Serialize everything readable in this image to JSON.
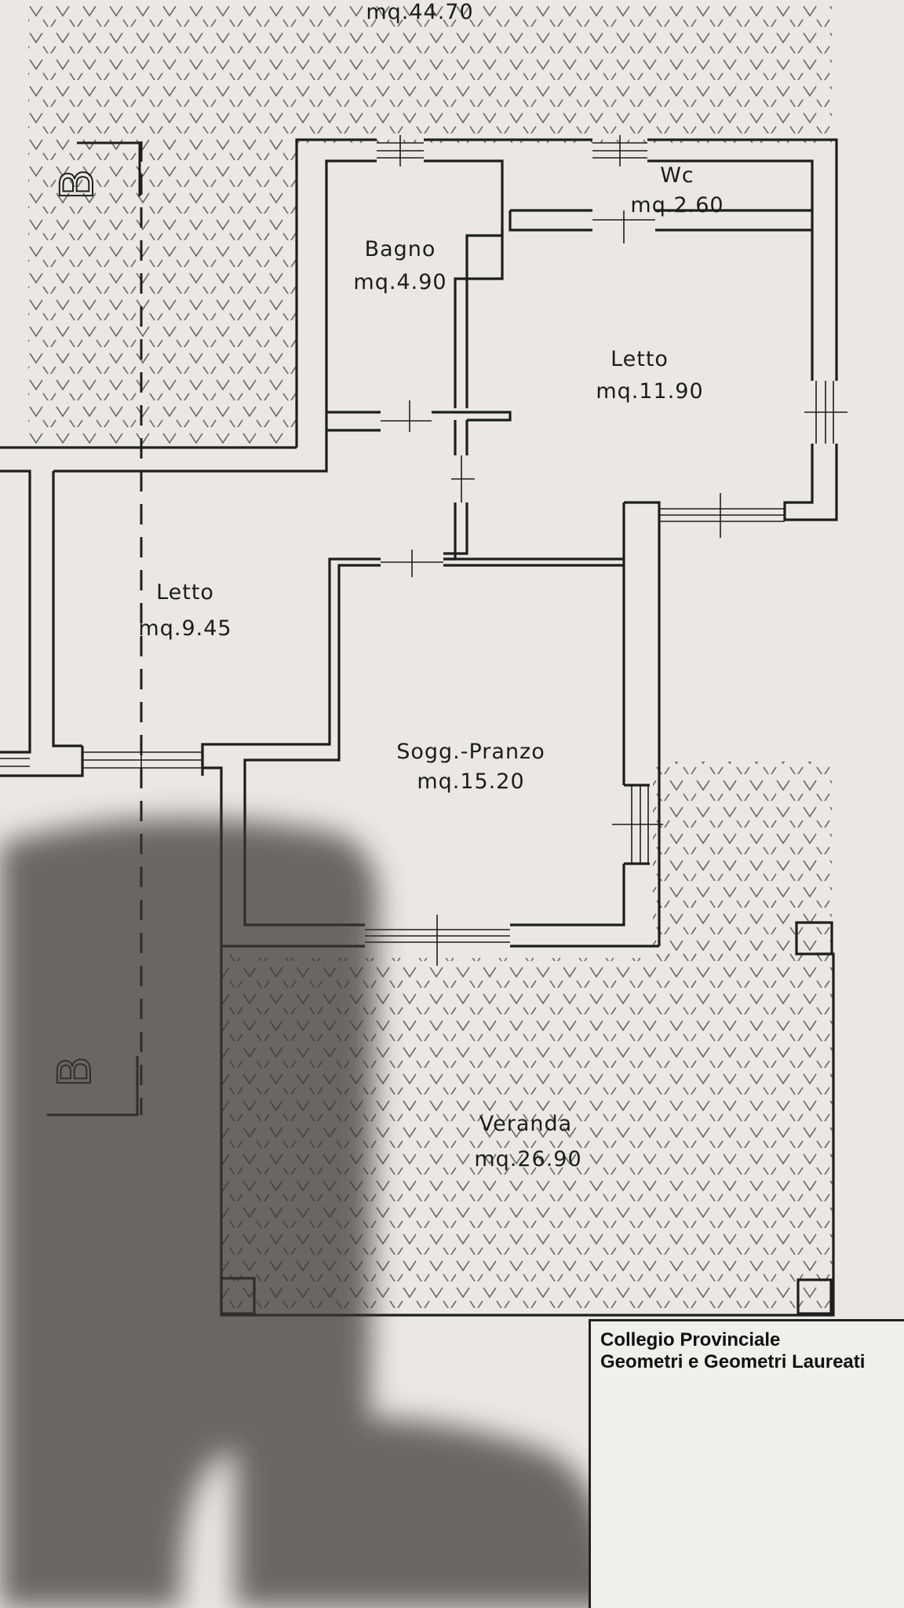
{
  "drawing": {
    "colors": {
      "paper": "#ebe8e3",
      "line": "#1e1e1e",
      "hatch": "#6a6a6a",
      "shadow": "#3a3430"
    },
    "section_marker": {
      "label_top": "B",
      "label_bottom": "B"
    },
    "rooms": [
      {
        "id": "top-area",
        "name": "",
        "area": "mq.44.70"
      },
      {
        "id": "wc",
        "name": "Wc",
        "area": "mq.2.60"
      },
      {
        "id": "bagno",
        "name": "Bagno",
        "area": "mq.4.90"
      },
      {
        "id": "letto-right",
        "name": "Letto",
        "area": "mq.11.90"
      },
      {
        "id": "letto-left",
        "name": "Letto",
        "area": "mq.9.45"
      },
      {
        "id": "soggiorno",
        "name": "Sogg.-Pranzo",
        "area": "mq.15.20"
      },
      {
        "id": "veranda",
        "name": "Veranda",
        "area": "mq.26.90"
      }
    ]
  },
  "stamp": {
    "line1": "Collegio Provinciale",
    "line2": "Geometri e Geometri Laureati"
  }
}
